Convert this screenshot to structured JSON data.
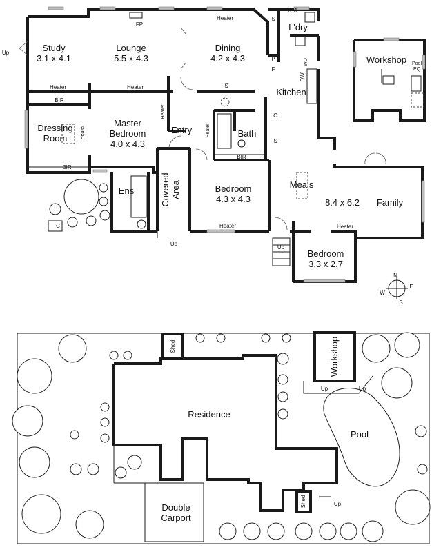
{
  "floorplan": {
    "rooms": {
      "study": {
        "name": "Study",
        "size": "3.1 x 4.1"
      },
      "lounge": {
        "name": "Lounge",
        "size": "5.5 x 4.3"
      },
      "dining": {
        "name": "Dining",
        "size": "4.2 x 4.3"
      },
      "laundry": {
        "name": "L'dry"
      },
      "workshop": {
        "name": "Workshop"
      },
      "kitchen": {
        "name": "Kitchen"
      },
      "dressing": {
        "line1": "Dressing",
        "line2": "Room"
      },
      "master": {
        "line1": "Master",
        "line2": "Bedroom",
        "size": "4.0 x 4.3"
      },
      "entry": {
        "name": "Entry"
      },
      "bath": {
        "name": "Bath"
      },
      "ens": {
        "name": "Ens"
      },
      "covered": {
        "line1": "Covered",
        "line2": "Area"
      },
      "bedroom2": {
        "name": "Bedroom",
        "size": "4.3 x 4.3"
      },
      "meals": {
        "name": "Meals"
      },
      "family": {
        "name": "Family",
        "size": "8.4 x 6.2"
      },
      "bedroom3": {
        "name": "Bedroom",
        "size": "3.3 x 2.7"
      }
    },
    "fixtures": {
      "heater": "Heater",
      "bir": "BIR",
      "fp": "FP",
      "wm": "WM",
      "wd": "WD",
      "dw": "DW",
      "s": "S",
      "p": "P",
      "f": "F",
      "c": "C",
      "pool_eq_1": "Pool",
      "pool_eq_2": "EQ",
      "up": "Up"
    },
    "compass": {
      "n": "N",
      "e": "E",
      "s": "S",
      "w": "W"
    }
  },
  "siteplan": {
    "residence": "Residence",
    "pool": "Pool",
    "workshop": "Workshop",
    "shed": "Shed",
    "carport_1": "Double",
    "carport_2": "Carport",
    "up": "Up"
  }
}
